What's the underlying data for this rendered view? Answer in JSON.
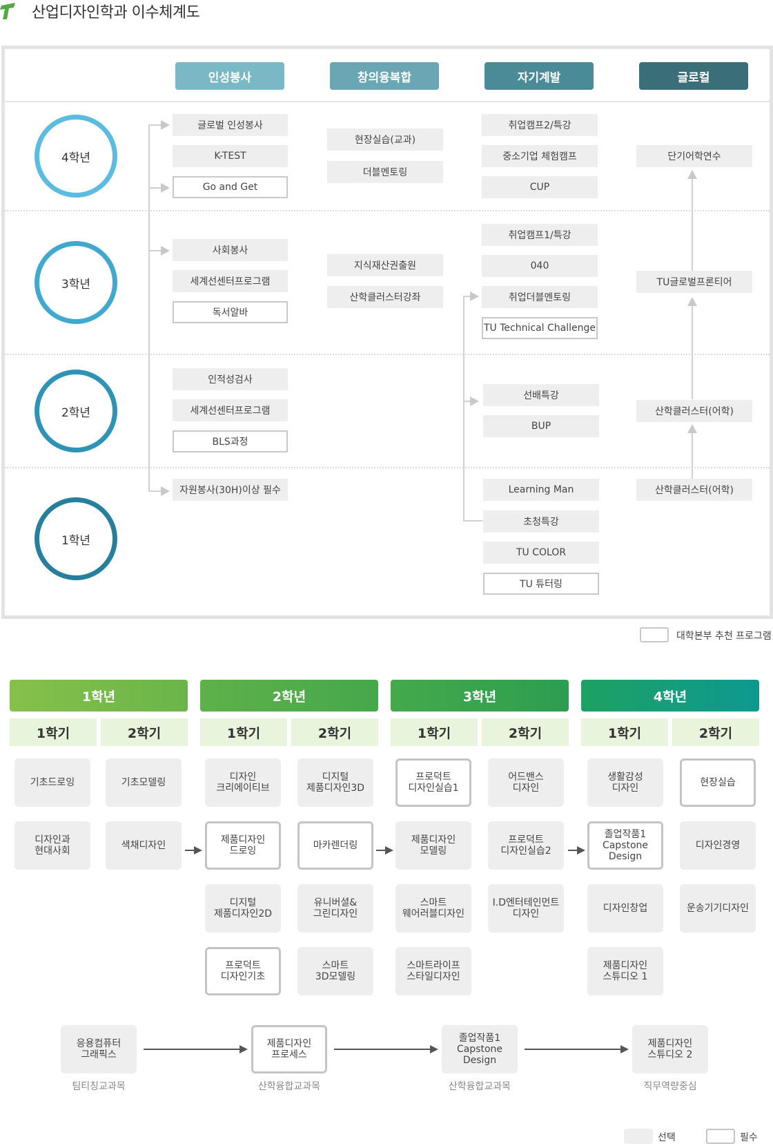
{
  "title": "산업디자인학과 이수체계도",
  "colors": {
    "cat1": "#7ab8c5",
    "cat2": "#6aa6b3",
    "cat3": "#4b8b97",
    "cat4": "#3a6f7a",
    "grade4": "#5bbbe0",
    "grade3": "#41a8cf",
    "grade2": "#2e93b6",
    "grade1": "#277f9e",
    "yr1": "#7cbd4a",
    "yr2": "#4ba84a",
    "yr3": "#3ea24e",
    "yr4": "#0e9a86"
  },
  "categories": [
    "인성봉사",
    "창의융복합",
    "자기계발",
    "글로컬"
  ],
  "grades": [
    "4학년",
    "3학년",
    "2학년",
    "1학년"
  ],
  "col1": [
    "글로벌 인성봉사",
    "K-TEST",
    "Go and Get",
    "사회봉사",
    "세계선센터프로그램",
    "독서알바",
    "인적성검사",
    "세계선센터프로그램",
    "BLS과정",
    "자원봉사(30H)이상 필수"
  ],
  "col2": [
    "현장실습(교과)",
    "더블멘토링",
    "지식재산권출원",
    "산학클러스터강좌"
  ],
  "col3": [
    "취업캠프2/특강",
    "중소기업 체험캠프",
    "CUP",
    "취업캠프1/특강",
    "040",
    "취업더블멘토링",
    "TU Technical Challenge",
    "선배특강",
    "BUP",
    "Learning Man",
    "초청특강",
    "TU COLOR",
    "TU 튜터링"
  ],
  "col4": [
    "단기어학연수",
    "TU글로벌프론티어",
    "산학클러스터(어학)",
    "산학클러스터(어학)"
  ],
  "legend_top": "대학본부 추천 프로그램",
  "years": [
    "1학년",
    "2학년",
    "3학년",
    "4학년"
  ],
  "semesters": [
    "1학기",
    "2학기",
    "1학기",
    "2학기",
    "1학기",
    "2학기",
    "1학기",
    "2학기"
  ],
  "courses": [
    "기초드로잉",
    "기초모델링",
    "디자인\n크리에이티브",
    "디지털\n제품디자인3D",
    "프로덕트\n디자인실습1",
    "어드밴스\n디자인",
    "생활감성\n디자인",
    "현장실습",
    "디자인과\n현대사회",
    "색채디자인",
    "제품디자인\n드로잉",
    "마카렌더링",
    "제품디자인\n모델링",
    "프로덕트\n디자인실습2",
    "졸업작품1\nCapstone\nDesign",
    "디자인경영",
    "디지털\n제품디자인2D",
    "유니버셜&\n그린디자인",
    "스마트\n웨어러블디자인",
    "I.D엔터테인먼트\n디자인",
    "디자인창업",
    "운송기기디자인",
    "프로덕트\n디자인기초",
    "스마트\n3D모델링",
    "스마트라이프\n스타일디자인",
    "제품디자인\n스튜디오 1"
  ],
  "flow": [
    "응용컴퓨터\n그래픽스",
    "제품디자인\n프로세스",
    "졸업작품1\nCapstone\nDesign",
    "제품디자인\n스튜디오 2"
  ],
  "flow_caps": [
    "팀티칭교과목",
    "산학융합교과목",
    "산학융합교과목",
    "직무역량중심"
  ],
  "legend_bottom": [
    "선택",
    "필수"
  ]
}
